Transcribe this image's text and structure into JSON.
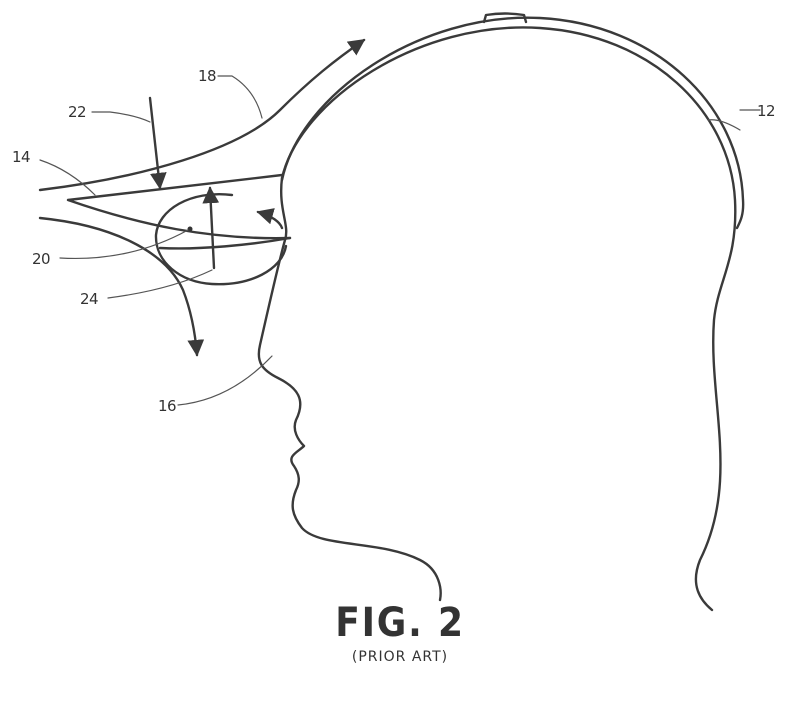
{
  "figure": {
    "title": "FIG. 2",
    "subtitle": "(PRIOR ART)",
    "reference_numerals": {
      "n12": "12",
      "n14": "14",
      "n16": "16",
      "n18": "18",
      "n20": "20",
      "n22": "22",
      "n24": "24"
    },
    "line_color": "#3a3a3a"
  }
}
